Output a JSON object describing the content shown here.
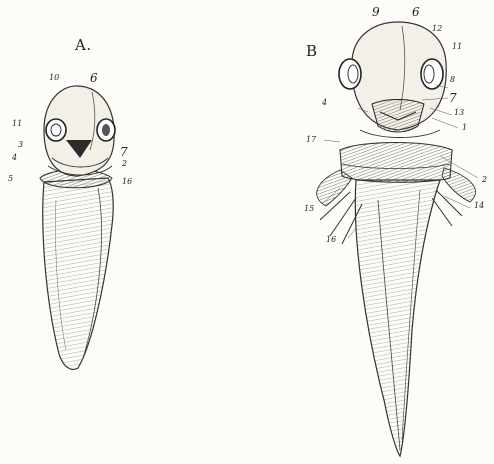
{
  "figures": {
    "a": {
      "letter": "A.",
      "labels": {
        "n10": "10",
        "n6": "6",
        "n11": "11",
        "n3": "3",
        "n4": "4",
        "n5": "5",
        "n7": "7",
        "n2": "2",
        "n16": "16"
      }
    },
    "b": {
      "letter": "B",
      "labels": {
        "n9": "9",
        "n6": "6",
        "n12": "12",
        "n11": "11",
        "n8": "8",
        "n4": "4",
        "n7": "7",
        "n13": "13",
        "n1": "1",
        "n17": "17",
        "n2": "2",
        "n15": "15",
        "n14": "14",
        "n16": "16"
      }
    }
  },
  "colors": {
    "ink": "#222222",
    "paper": "#fdfcf8",
    "shade": "#8a8a8a"
  }
}
